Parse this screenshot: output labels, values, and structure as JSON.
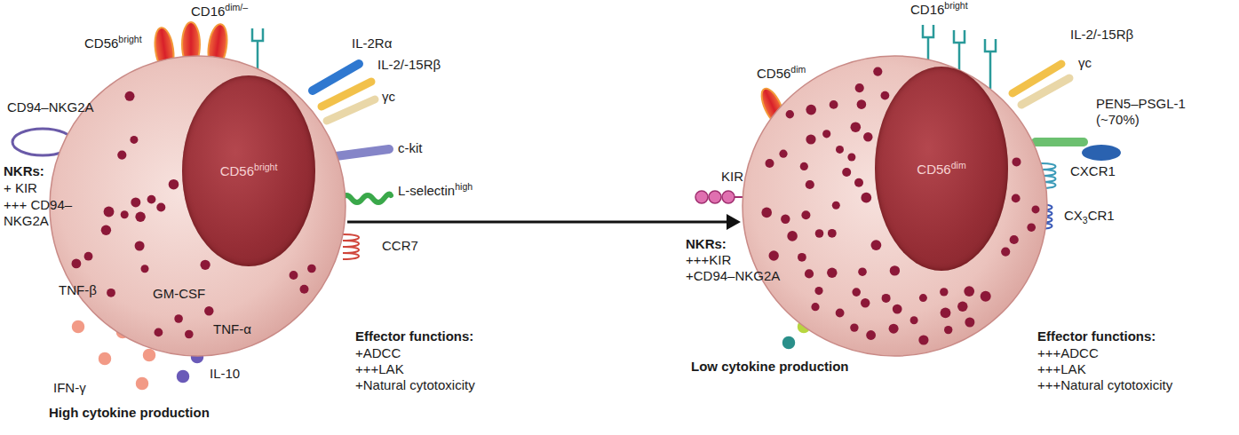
{
  "diagram": {
    "nodes": [
      {
        "text": []
      },
      {
        "text": [
          "CD56bright"
        ],
        "in": 0
      },
      {
        "text": []
      },
      {
        "text": [
          "CD56dim"
        ],
        "in": 2
      }
    ],
    "edges": [
      {
        "from": 0,
        "to": 2,
        "arrow": "to"
      }
    ],
    "labels": [
      "CD56bright",
      "CD16dim/–",
      "IL-2Rα",
      "IL-2/-15Rβ",
      "γc",
      "c-kit",
      "L-selectinhigh",
      "CCR7",
      "CD94–NKG2A",
      "NKRs:",
      "+ KIR",
      "+++ CD94– NKG2A",
      "TNF-β",
      "GM-CSF",
      "TNF-α",
      "IFN-γ",
      "IL-10",
      "High cytokine production",
      "Effector functions:",
      "+ADCC",
      "+++LAK",
      "+Natural cytotoxicity",
      "CD16bright",
      "CD56dim",
      "IL-2/-15Rβ",
      "γc",
      "PEN5–PSGL-1 (~70%)",
      "KIR",
      "NKRs:",
      "+++KIR",
      "+CD94–NKG2A",
      "CXCR1",
      "CX3CR1",
      "Low cytokine production",
      "Effector functions:",
      "+++ADCC",
      "+++LAK",
      "+++Natural cytotoxicity"
    ]
  }
}
